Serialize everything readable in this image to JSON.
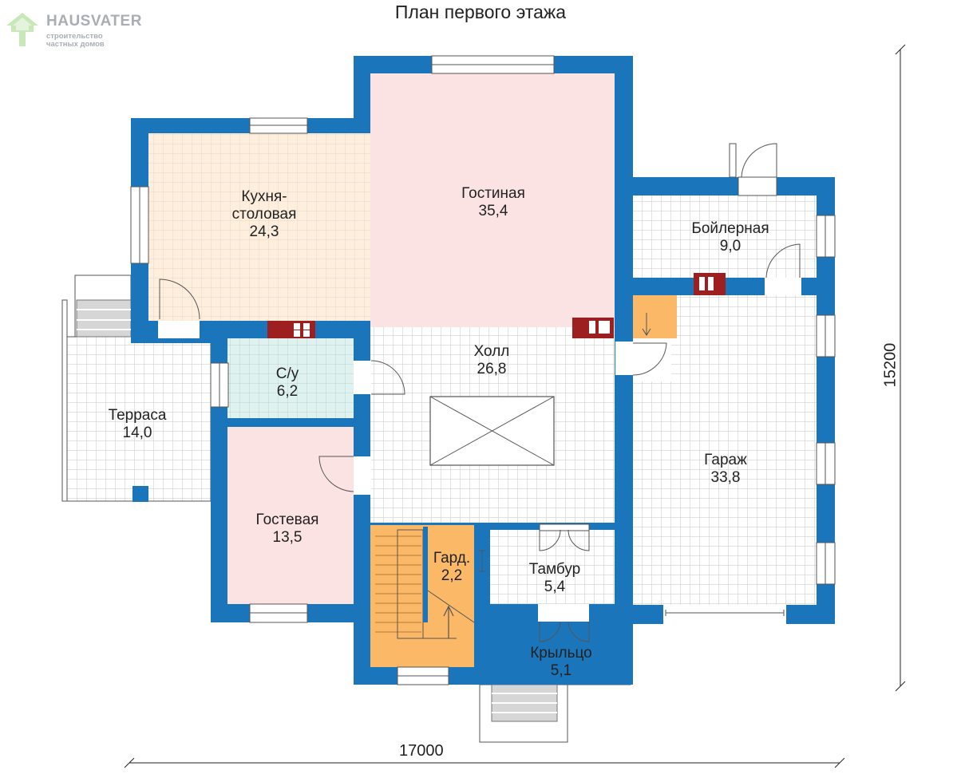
{
  "title": "План первого этажа",
  "logo": {
    "name": "HAUSVATER",
    "line1": "строительство",
    "line2": "частных домов",
    "icon": "house-logo-icon"
  },
  "rooms": [
    {
      "id": "kitchen",
      "name": "Кухня-\nстоловая",
      "area": "24,3"
    },
    {
      "id": "living",
      "name": "Гостиная",
      "area": "35,4"
    },
    {
      "id": "boiler",
      "name": "Бойлерная",
      "area": "9,0"
    },
    {
      "id": "hall",
      "name": "Холл",
      "area": "26,8"
    },
    {
      "id": "bathroom",
      "name": "С/у",
      "area": "6,2"
    },
    {
      "id": "terrace",
      "name": "Терраса",
      "area": "14,0"
    },
    {
      "id": "garage",
      "name": "Гараж",
      "area": "33,8"
    },
    {
      "id": "guest",
      "name": "Гостевая",
      "area": "13,5"
    },
    {
      "id": "wardrobe",
      "name": "Гард.",
      "area": "2,2"
    },
    {
      "id": "vestibule",
      "name": "Тамбур",
      "area": "5,4"
    },
    {
      "id": "porch",
      "name": "Крыльцо",
      "area": "5,1"
    }
  ],
  "dimensions": {
    "width": "17000",
    "height": "15200"
  },
  "colors": {
    "wall": "#1b75bb",
    "kitchen": "#fdeedd",
    "living": "#fbe3e3",
    "bathroom": "#e0f2ef",
    "guest": "#fbe3e3",
    "stairs": "#fbb968",
    "utility": "#9e1f1f"
  }
}
